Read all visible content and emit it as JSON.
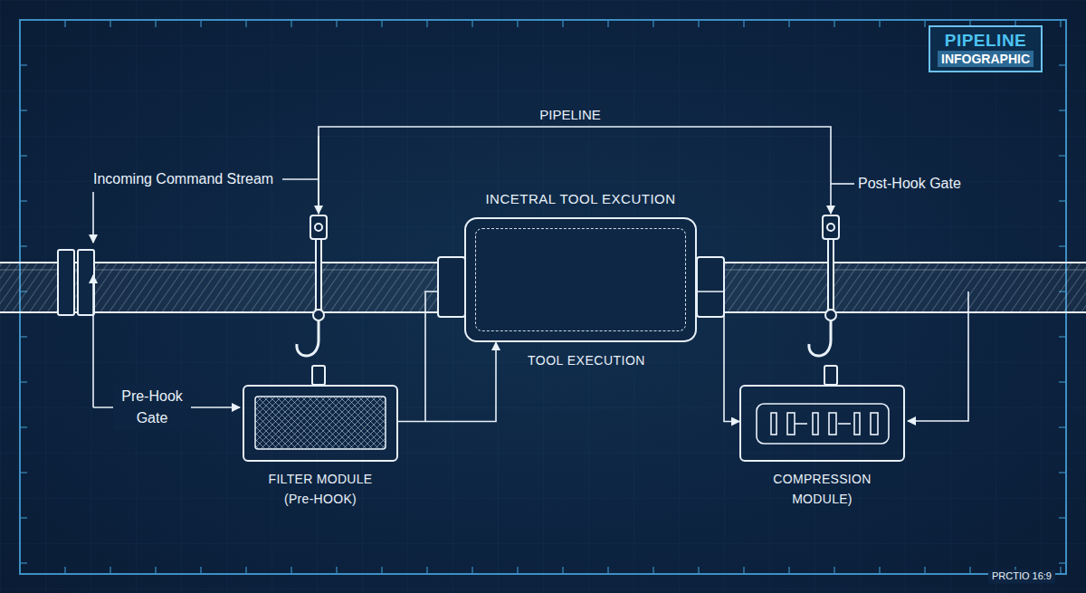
{
  "diagram": {
    "nodes": [
      {
        "text": [
          "PIPELINE",
          "INFOGRAPHIC"
        ]
      },
      {
        "text": [
          "FILTER MODULE (Pre-HOOK)"
        ]
      },
      {
        "text": [
          "INCETRAL TOOL EXCUTION",
          "TOOL EXECUTION"
        ]
      },
      {
        "text": [
          "COMPRESSION MODULE)"
        ]
      }
    ],
    "edges": [
      {
        "from": 1,
        "to": 2,
        "arrow": "to"
      },
      {
        "from": 2,
        "to": 3,
        "arrow": "to"
      }
    ],
    "labels": [
      "PIPELINE",
      "Incoming Command Stream",
      "Post-Hook Gate",
      "Pre-Hook Gate",
      "PRCTIO 16:9"
    ]
  }
}
